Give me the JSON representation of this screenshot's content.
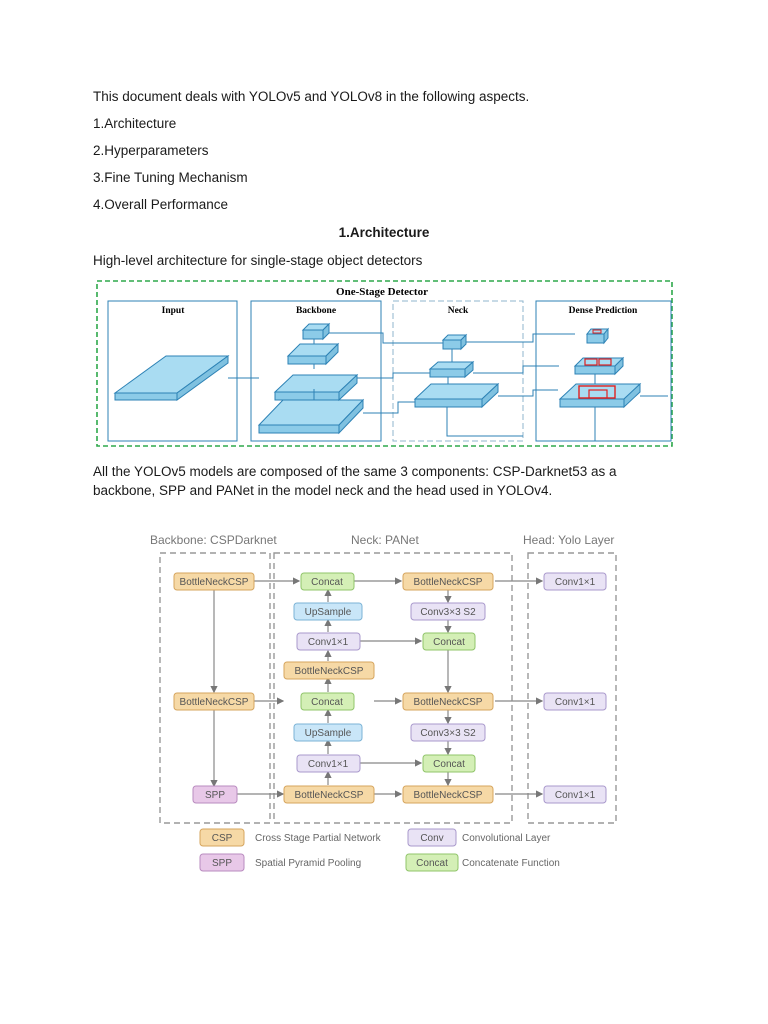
{
  "intro": "This document deals with YOLOv5 and YOLOv8 in the following aspects.",
  "aspects": [
    "1.Architecture",
    "2.Hyperparameters",
    "3.Fine Tuning Mechanism",
    "4.Overall Performance"
  ],
  "section_heading": "1.Architecture",
  "subheading": "High-level architecture for single-stage object detectors",
  "figure1": {
    "title": "One-Stage Detector",
    "panels": [
      "Input",
      "Backbone",
      "Neck",
      "Dense Prediction"
    ]
  },
  "paragraph": "All the YOLOv5 models are composed of the same 3 components: CSP-Darknet53 as a backbone, SPP and PANet in the model neck and the head used in YOLOv4.",
  "figure2": {
    "sections": [
      "Backbone: CSPDarknet",
      "Neck: PANet",
      "Head: Yolo Layer"
    ],
    "nodes": {
      "b_csp1": "BottleNeckCSP",
      "b_csp2": "BottleNeckCSP",
      "b_spp": "SPP",
      "n_concat1": "Concat",
      "n_ups1": "UpSample",
      "n_conv1": "Conv1×1",
      "n_csp_mid": "BottleNeckCSP",
      "n_concat2": "Concat",
      "n_ups2": "UpSample",
      "n_conv2": "Conv1×1",
      "n_csp_low": "BottleNeckCSP",
      "r_csp1": "BottleNeckCSP",
      "r_conv3a": "Conv3×3 S2",
      "r_concat1": "Concat",
      "r_csp2": "BottleNeckCSP",
      "r_conv3b": "Conv3×3 S2",
      "r_concat2": "Concat",
      "r_csp3": "BottleNeckCSP",
      "h_conv1": "Conv1×1",
      "h_conv2": "Conv1×1",
      "h_conv3": "Conv1×1"
    },
    "legend": [
      {
        "key": "CSP",
        "text": "Cross Stage Partial Network"
      },
      {
        "key": "Conv",
        "text": "Convolutional Layer"
      },
      {
        "key": "SPP",
        "text": "Spatial Pyramid Pooling"
      },
      {
        "key": "Concat",
        "text": "Concatenate Function"
      }
    ]
  },
  "colors": {
    "csp": "#f6d9a6",
    "conv": "#e9e3f5",
    "concat": "#d4efb6",
    "spp": "#e8c8e8",
    "upsample": "#c9e6f8",
    "layer_fill": "#a9dcf2",
    "layer_stroke": "#2d82b5",
    "detector_border": "#2ea84b",
    "dashed_gray": "#888888"
  }
}
